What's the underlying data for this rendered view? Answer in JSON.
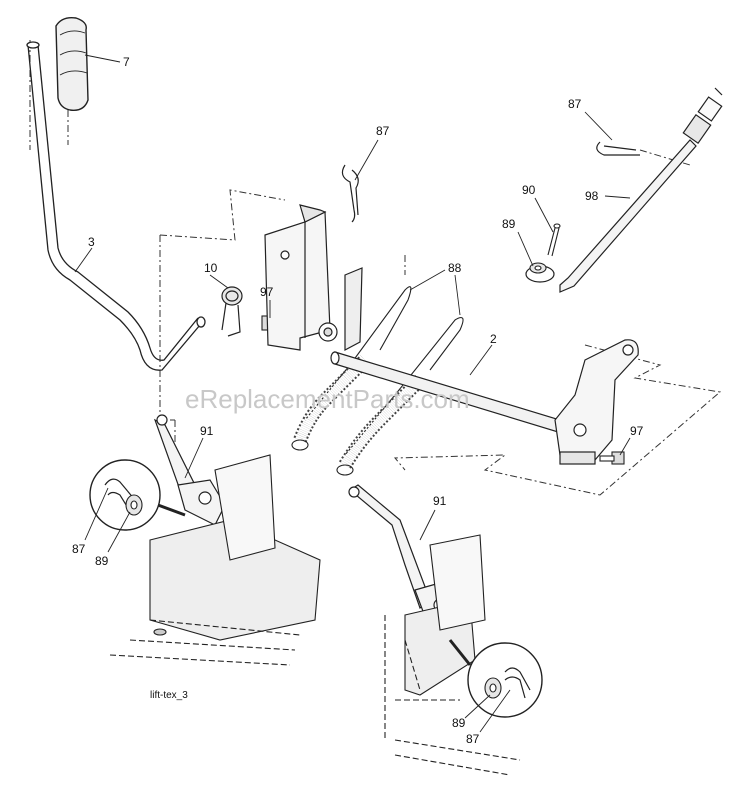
{
  "caption": "lift-tex_3",
  "watermark": "eReplacementParts.com",
  "callouts": {
    "handle_grip": "7",
    "lift_lever": "3",
    "torsion_spring": "10",
    "bolt_left": "97",
    "hairpin_top_center": "87",
    "extension_springs": "88",
    "lift_shaft": "2",
    "hairpin_top_right": "87",
    "cotter_pin": "90",
    "washer_top_right": "89",
    "adjust_rod": "98",
    "bolt_right": "97",
    "lift_link_left": "91",
    "hairpin_left_detail": "87",
    "washer_left_detail": "89",
    "lift_link_right": "91",
    "washer_right_detail": "89",
    "hairpin_right_detail": "87"
  },
  "colors": {
    "line": "#222222",
    "fill_light": "#f4f4f4",
    "fill_grey": "#bdbdbd"
  }
}
